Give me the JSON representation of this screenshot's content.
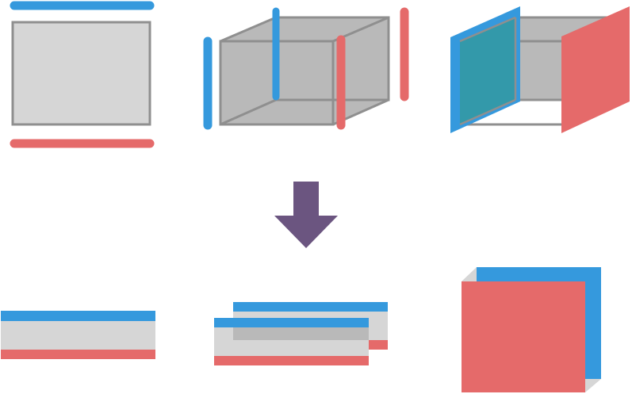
{
  "colors": {
    "blue": "#3599dd",
    "red": "#e56a6a",
    "light_gray": "#d6d6d6",
    "mid_gray": "#b9b9b9",
    "outline_gray": "#8f8f8f",
    "teal": "#3399aa",
    "arrow_purple": "#6b5580"
  },
  "panels": {
    "top_left": "flat-rectangle-with-blue-and-red-edges",
    "top_middle": "3d-box-with-blue-and-red-edges",
    "top_right": "3d-box-with-blue-and-red-faces",
    "bottom_left": "single-stacked-strip",
    "bottom_middle": "two-offset-stacked-strips",
    "bottom_right": "overlapping-red-and-blue-squares"
  },
  "icons": {
    "transform_arrow": "down-arrow-icon"
  }
}
